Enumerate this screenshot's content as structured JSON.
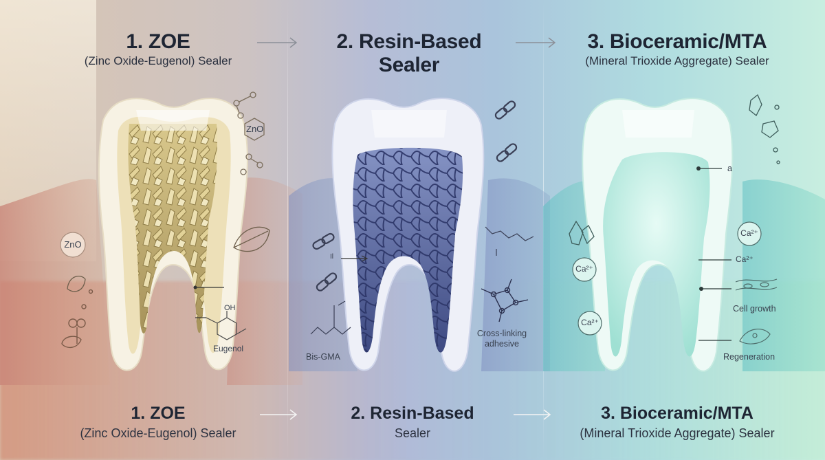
{
  "sections": [
    {
      "title": "1. ZOE",
      "subtitle": "(Zinc Oxide-Eugenol) Sealer",
      "footer_title": "1. ZOE",
      "footer_subtitle": "(Zinc Oxide-Eugenol) Sealer",
      "labels": {
        "zno_left": "ZnO",
        "zno_right": "ZnO",
        "eugenol": "Eugenol",
        "oh": "OH"
      },
      "fill_color": "#c9b676"
    },
    {
      "title": "2. Resin-Based Sealer",
      "footer_title": "2. Resin-Based",
      "footer_subtitle": "Sealer",
      "labels": {
        "bis_gma": "Bis-GMA",
        "cross_linking": "Cross-linking adhesive",
        "arrow_mark": "Il"
      },
      "fill_color": "#4a5890"
    },
    {
      "title": "3. Bioceramic/MTA",
      "subtitle": "(Mineral Trioxide Aggregate) Sealer",
      "footer_title": "3. Bioceramic/MTA",
      "footer_subtitle": "(Mineral Trioxide Aggregate) Sealer",
      "labels": {
        "a": "a",
        "ca_1": "Ca²⁺",
        "ca_2": "Ca²⁺",
        "ca_3": "Ca²⁺",
        "ca_4": "Ca²⁺",
        "cell_growth": "Cell growth",
        "regeneration": "Regeneration"
      },
      "fill_color": "#9fe0d3"
    }
  ],
  "colors": {
    "text": "#1e2533",
    "line": "#3a4250",
    "enamel": "#f7f5ef"
  },
  "icons": [
    "arrow-right-icon",
    "molecule-icon",
    "leaf-icon",
    "clove-icon",
    "chain-link-icon",
    "crystal-icon",
    "cell-icon"
  ]
}
